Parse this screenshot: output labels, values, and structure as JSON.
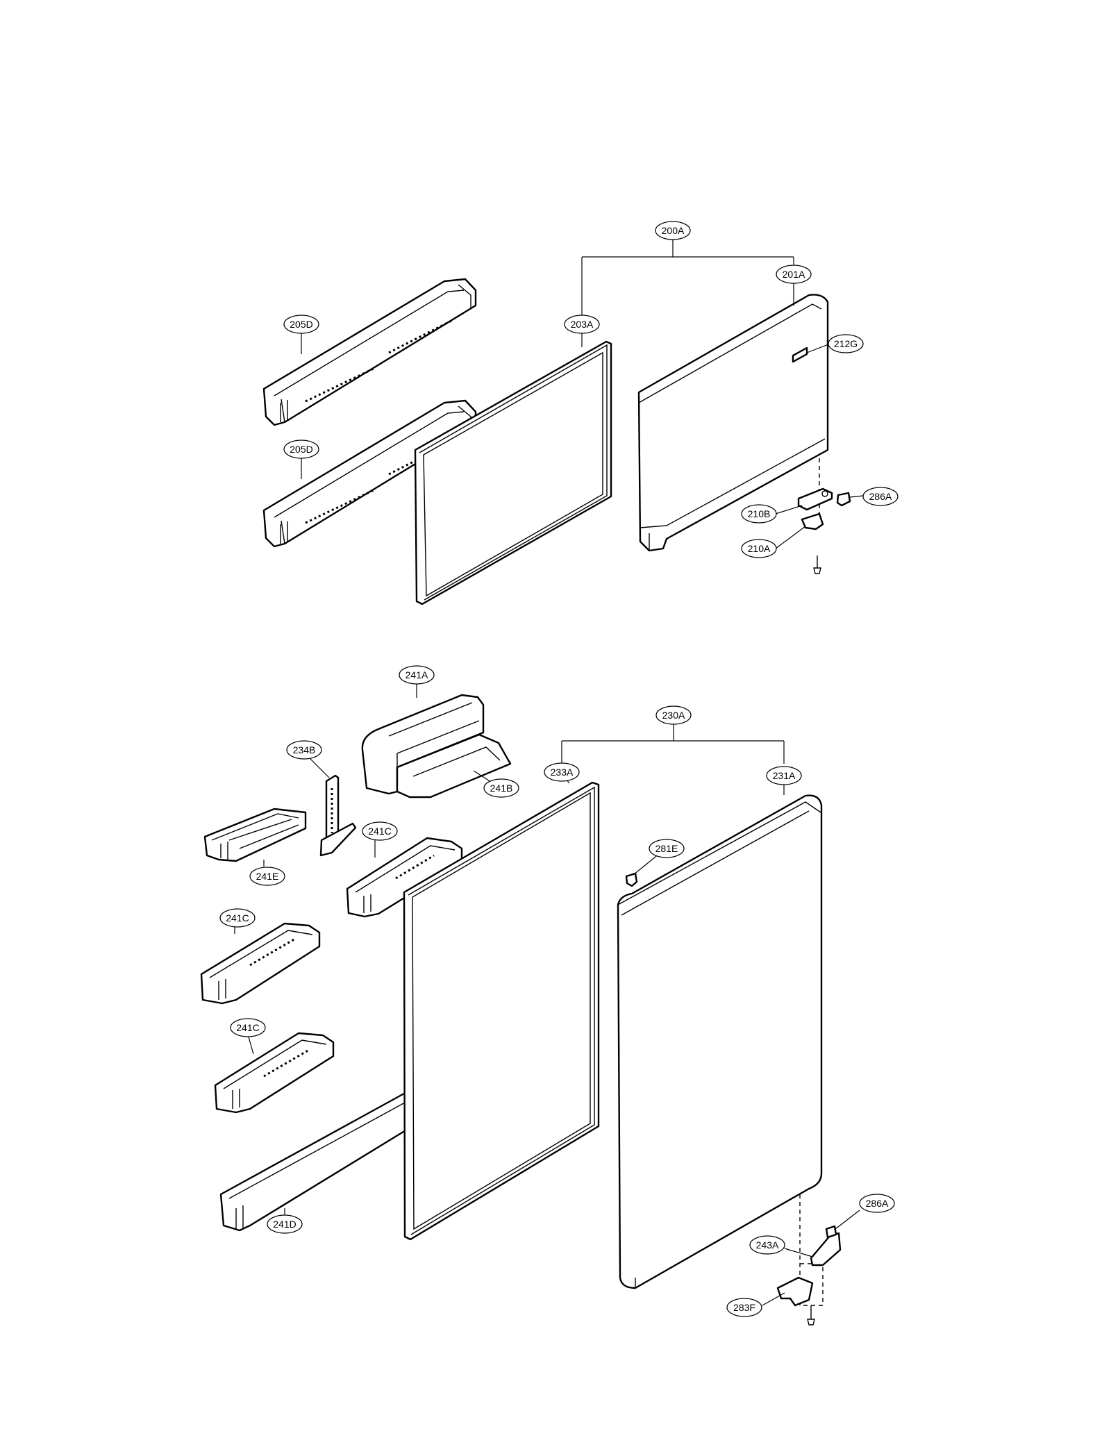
{
  "callouts": {
    "c200A": "200A",
    "c201A": "201A",
    "c203A": "203A",
    "c212G": "212G",
    "c205D_top": "205D",
    "c205D_bottom": "205D",
    "c286A_top": "286A",
    "c210B": "210B",
    "c210A": "210A",
    "c241A": "241A",
    "c230A": "230A",
    "c234B": "234B",
    "c241B": "241B",
    "c233A": "233A",
    "c231A": "231A",
    "c241C_upper": "241C",
    "c281E": "281E",
    "c241E": "241E",
    "c241C_middle": "241C",
    "c241C_lower": "241C",
    "c241D": "241D",
    "c286A_bottom": "286A",
    "c243A": "243A",
    "c283F": "283F"
  }
}
